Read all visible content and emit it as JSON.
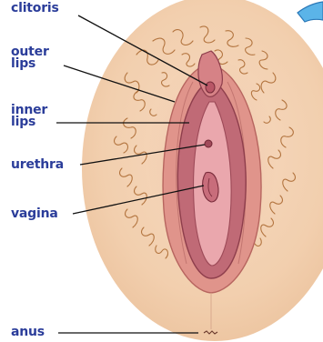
{
  "labels": [
    {
      "id": "clitoris",
      "text": "clitoris"
    },
    {
      "id": "outer",
      "text": "outer\nlips"
    },
    {
      "id": "inner",
      "text": "inner\nlips"
    },
    {
      "id": "urethra",
      "text": "urethra"
    },
    {
      "id": "vagina",
      "text": "vagina"
    },
    {
      "id": "anus",
      "text": "anus"
    }
  ],
  "colors": {
    "label_text": "#2b3d9a",
    "leader_line": "#111111",
    "skin": "#f4d3b6",
    "hair": "#a8652c",
    "outer_lips": "#d98a86",
    "inner_lips": "#b95f6c",
    "inner_lining": "#e7a0a8",
    "corner_accent": "#4aa7e0"
  }
}
